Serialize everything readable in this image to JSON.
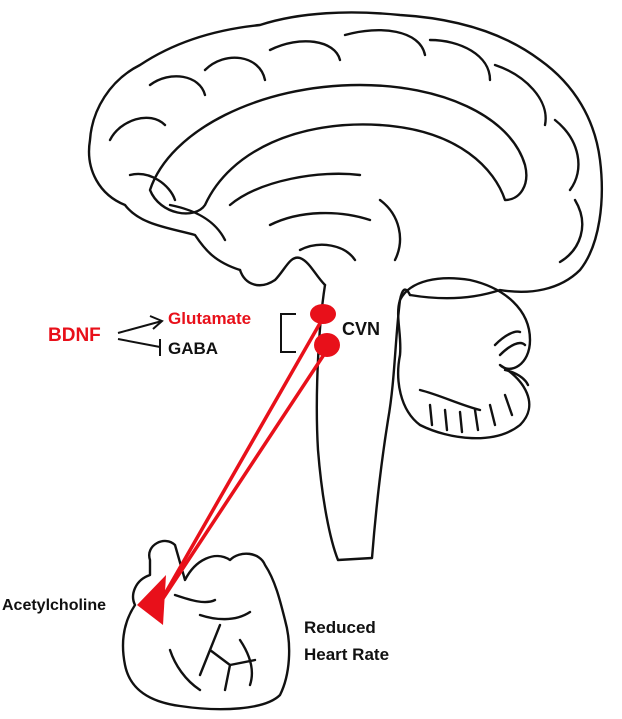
{
  "labels": {
    "bdnf": "BDNF",
    "glutamate": "Glutamate",
    "gaba": "GABA",
    "cvn": "CVN",
    "acetylcholine": "Acetylcholine",
    "reduced_line1": "Reduced",
    "reduced_line2": "Heart Rate"
  },
  "colors": {
    "accent": "#e8101a",
    "ink": "#111111"
  }
}
